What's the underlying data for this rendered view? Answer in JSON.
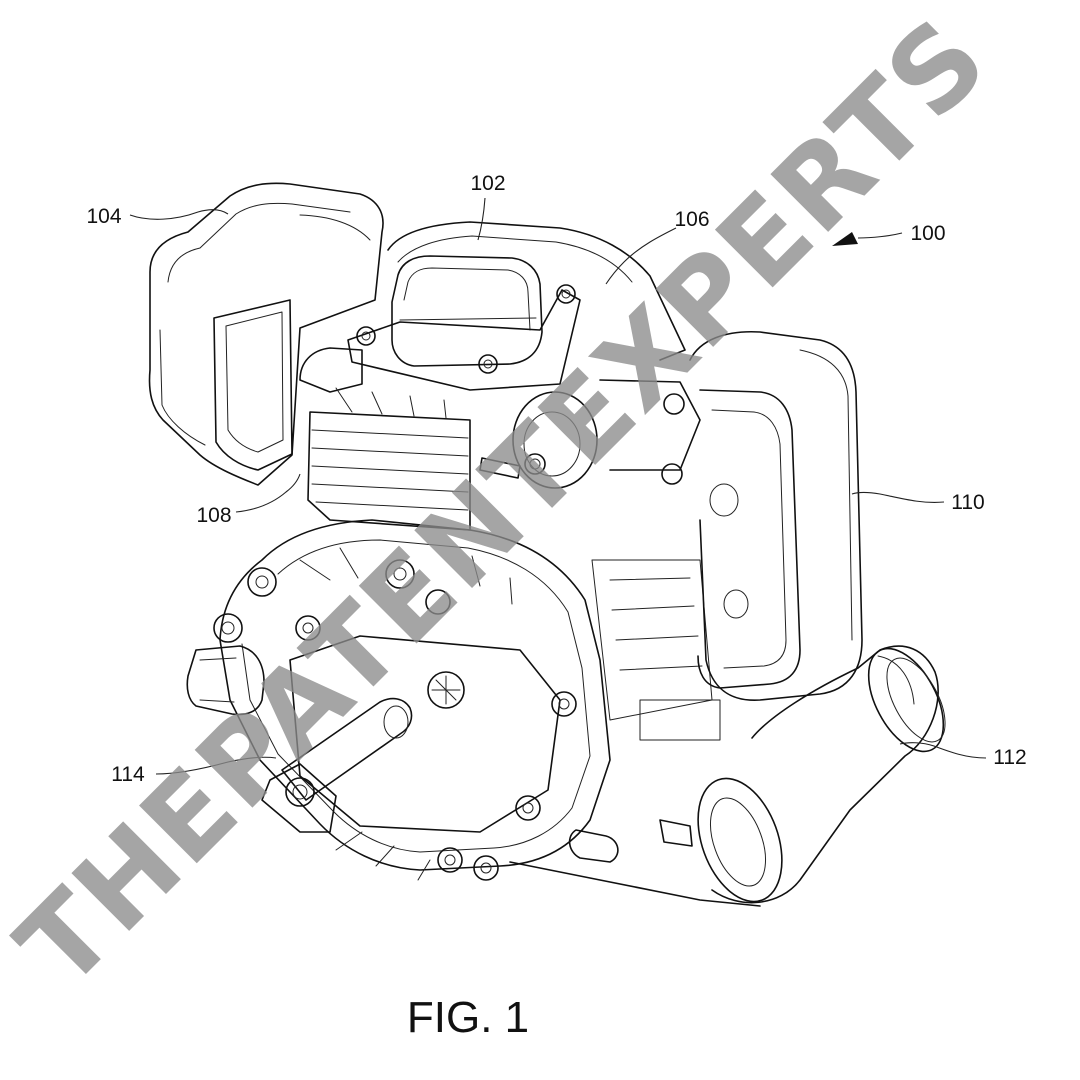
{
  "figure": {
    "caption": "FIG. 1",
    "watermark": "THEPATENTEXPERTS",
    "reference_numerals": {
      "n100": "100",
      "n102": "102",
      "n104": "104",
      "n106": "106",
      "n108": "108",
      "n110": "110",
      "n112": "112",
      "n114": "114"
    }
  }
}
